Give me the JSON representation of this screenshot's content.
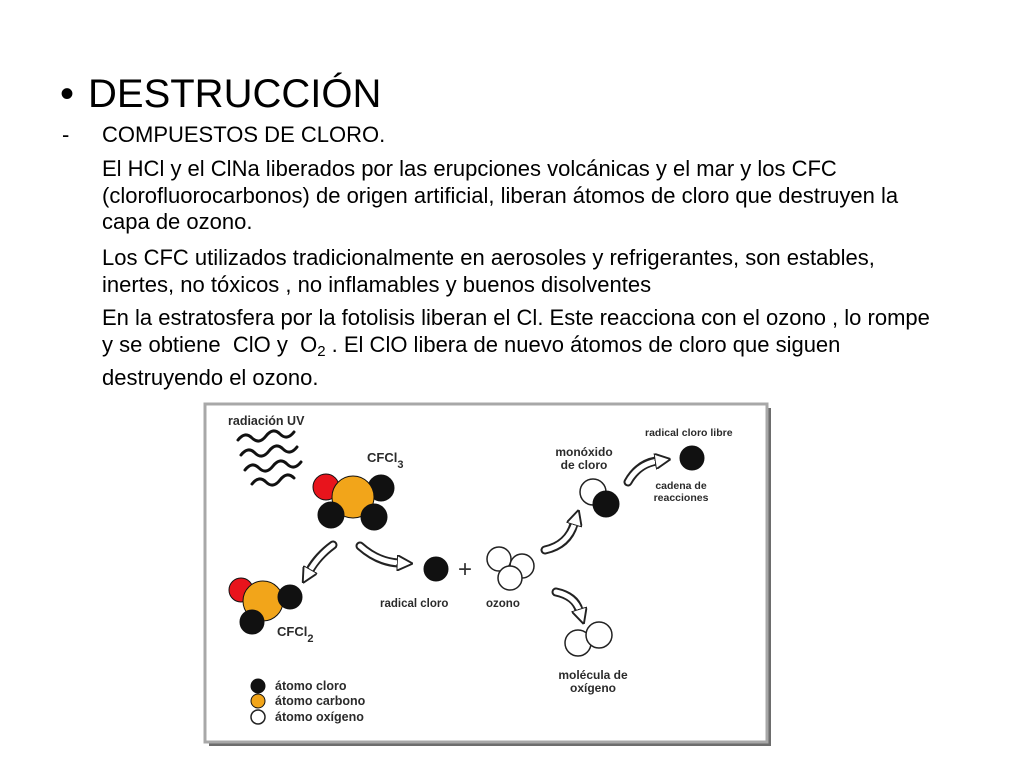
{
  "slide": {
    "bullet": "•",
    "title": "DESTRUCCIÓN",
    "dash": "-",
    "subtitle": "COMPUESTOS DE CLORO.",
    "paragraphs": [
      {
        "lines": [
          "El HCl y el ClNa liberados por las erupciones volcánicas y el mar y los CFC",
          "(clorofluorocarbonos) de origen artificial, liberan átomos de cloro que destruyen la",
          "capa de ozono."
        ]
      },
      {
        "lines": [
          "Los CFC utilizados tradicionalmente en aerosoles y refrigerantes, son estables,",
          "inertes, no tóxicos , no inflamables y buenos disolventes"
        ]
      },
      {
        "lines": [
          "En la estratosfera por la fotolisis liberan el Cl. Este reacciona con el ozono , lo rompe",
          {
            "before": "y se obtiene  ClO y  O",
            "sub": "2",
            "after": " . El ClO libera de nuevo átomos de cloro que siguen"
          },
          "destruyendo el ozono."
        ]
      }
    ]
  },
  "diagram": {
    "labels": {
      "uv": "radiación UV",
      "cfcl3": {
        "main": "CFCl",
        "sub": "3"
      },
      "cfcl2": {
        "main": "CFCl",
        "sub": "2"
      },
      "radical_cloro": "radical cloro",
      "plus": "+",
      "ozono": "ozono",
      "monoxido": [
        "monóxido",
        "de cloro"
      ],
      "radical_libre": "radical cloro libre",
      "cadena": [
        "cadena de",
        "reacciones"
      ],
      "molecula": [
        "molécula de",
        "oxígeno"
      ]
    },
    "legend": [
      {
        "label": "átomo cloro",
        "color": "#111111"
      },
      {
        "label": "átomo carbono",
        "color": "#f2a51a"
      },
      {
        "label": "átomo oxígeno",
        "color": "#ffffff"
      }
    ],
    "colors": {
      "chlorine": "#111111",
      "carbon": "#f2a51a",
      "fluorine": "#e8141c",
      "oxygen": "#ffffff",
      "frame": "#a8a8a8",
      "frame_shadow": "#6d6d6d"
    }
  }
}
